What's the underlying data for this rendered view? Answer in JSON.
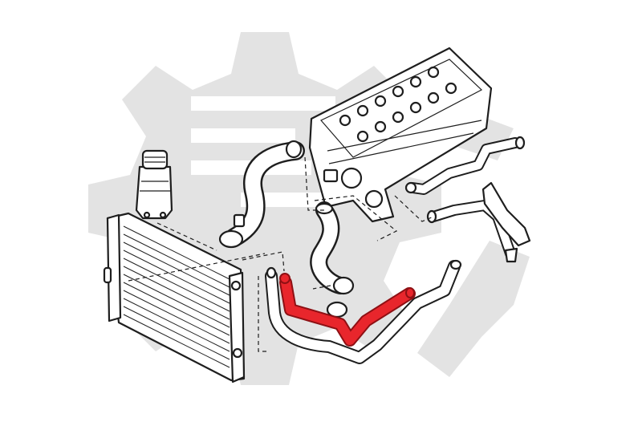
{
  "colors": {
    "background": "#ffffff",
    "watermark": "#e3e3e3",
    "line": "#1e1e1e",
    "highlight": "#e8262c",
    "highlight_outline": "#8e1014"
  },
  "parts": [
    "watermark-gear",
    "coolant-expansion-tank",
    "radiator",
    "upper-radiator-hose",
    "engine-cylinder-head",
    "water-pump-hose",
    "lower-radiator-hose",
    "highlighted-bypass-hose",
    "heater-pipe-upper",
    "heater-pipe-lower",
    "coolant-flange"
  ],
  "highlighted_part": "highlighted-bypass-hose"
}
